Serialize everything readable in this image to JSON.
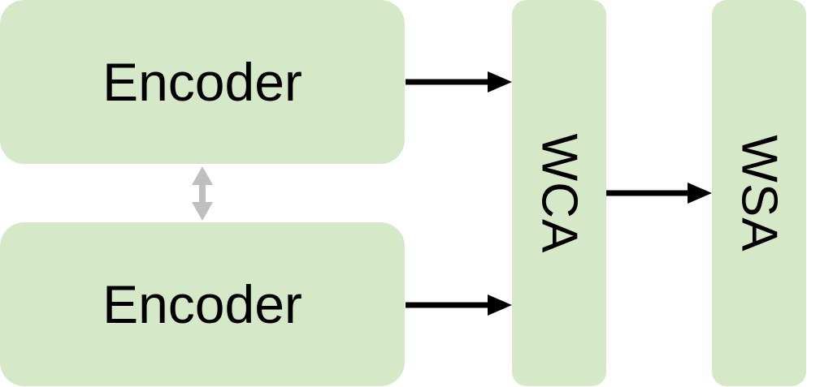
{
  "blocks": {
    "encoder_top": "Encoder",
    "encoder_bottom": "Encoder",
    "wca": "WCA",
    "wsa": "WSA"
  },
  "colors": {
    "block_fill": "#d5e8c8",
    "arrow": "#000000",
    "shared_link": "#bfbfbf"
  }
}
